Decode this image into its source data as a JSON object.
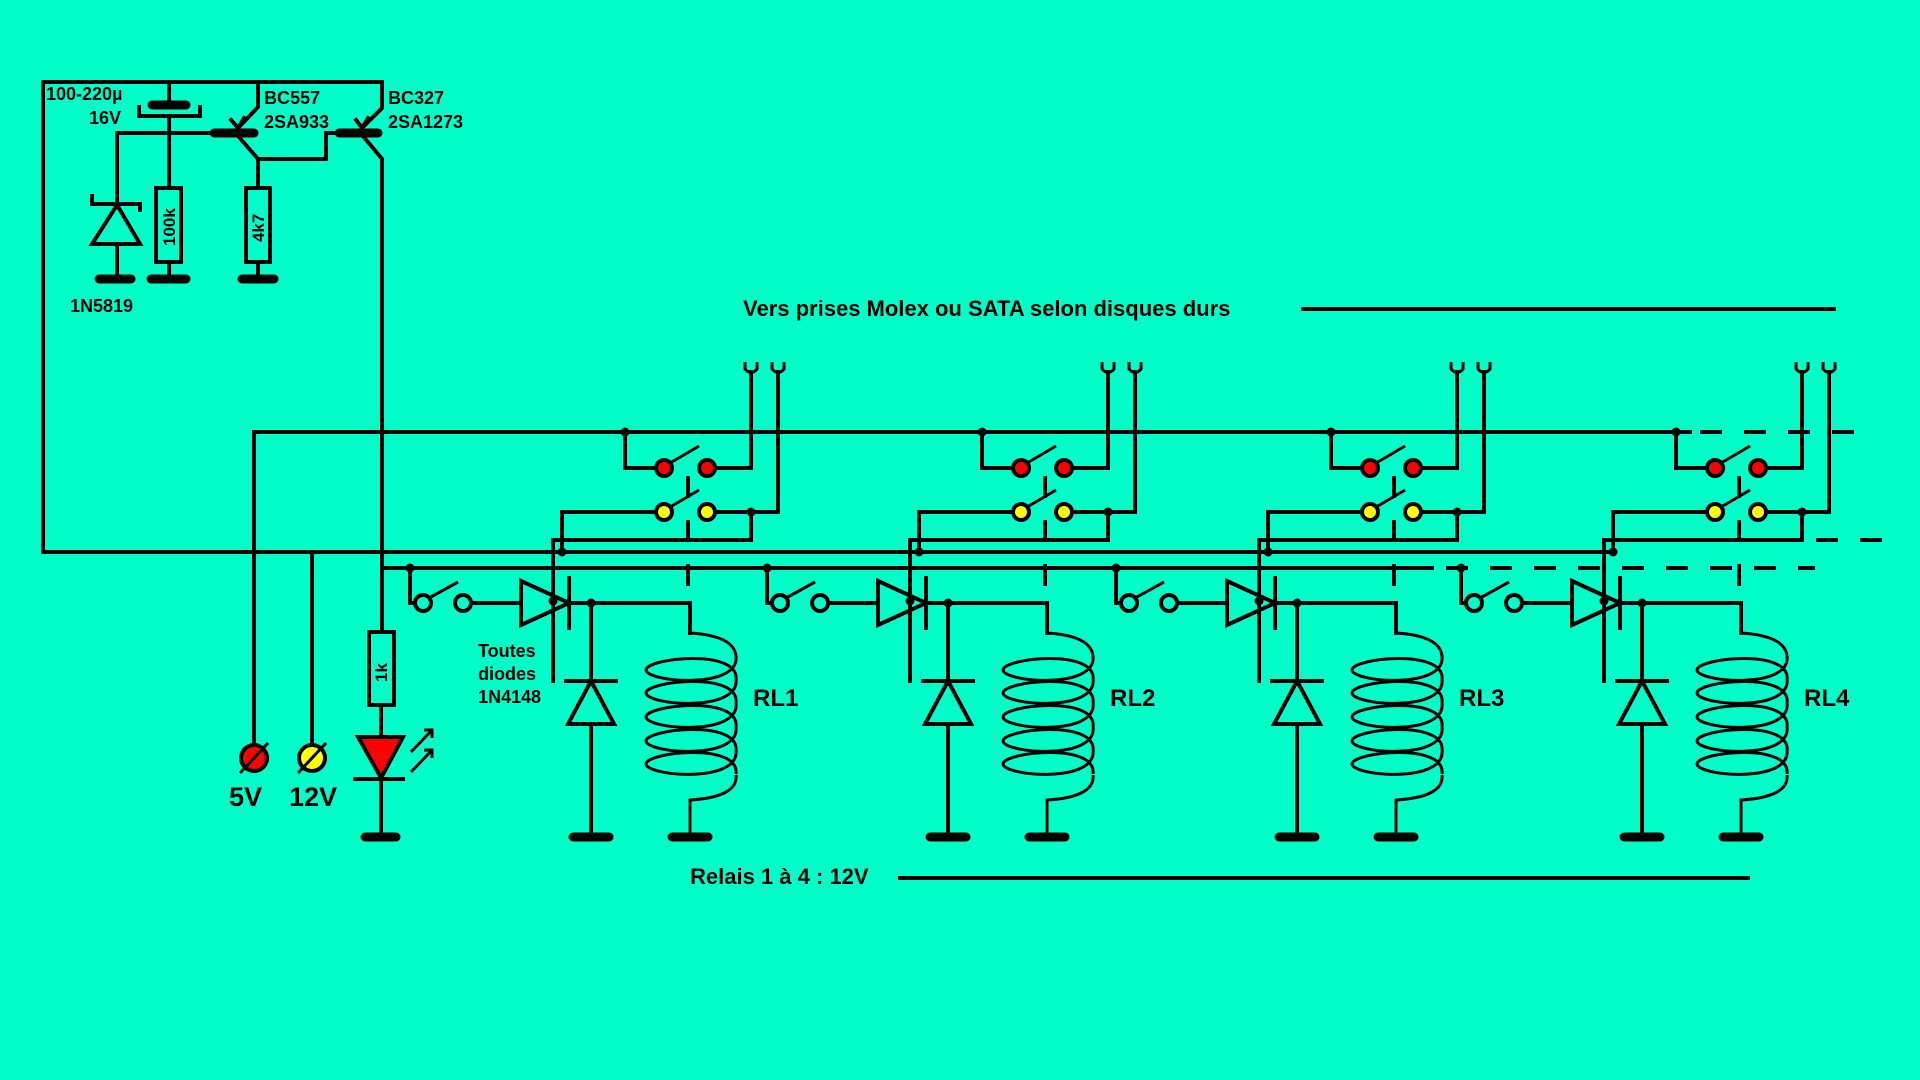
{
  "colors": {
    "background": "#00ffc8",
    "wire": "#000000",
    "indicator_5v": "#ff0000",
    "indicator_12v": "#ffff00",
    "led": "#ff0000"
  },
  "labels": {
    "capacitor": "100-220µ",
    "capacitor_voltage": "16V",
    "q1_line1": "BC557",
    "q1_line2": "2SA933",
    "q2_line1": "BC327",
    "q2_line2": "2SA1273",
    "r_100k": "100k",
    "r_4k7": "4k7",
    "r_1k": "1k",
    "schottky": "1N5819",
    "supply_5v": "5V",
    "supply_12v": "12V",
    "diodes_note_1": "Toutes",
    "diodes_note_2": "diodes",
    "diodes_note_3": "1N4148",
    "header_note": "Vers prises Molex ou SATA selon disques durs",
    "footer_note": "Relais 1 à 4 : 12V"
  },
  "relays": [
    {
      "name": "RL1"
    },
    {
      "name": "RL2"
    },
    {
      "name": "RL3"
    },
    {
      "name": "RL4"
    }
  ]
}
